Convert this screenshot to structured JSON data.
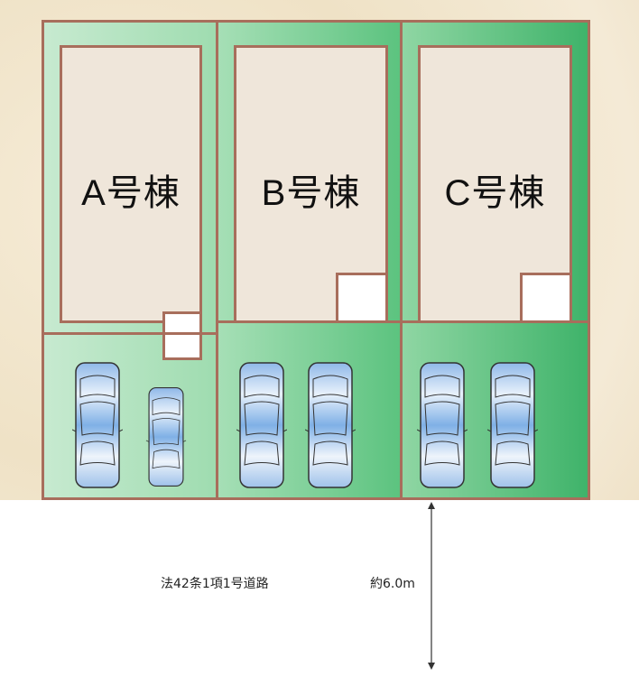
{
  "lots": [
    {
      "label": "A号棟"
    },
    {
      "label": "B号棟"
    },
    {
      "label": "C号棟"
    }
  ],
  "road": {
    "label": "法42条1項1号道路",
    "width": "約6.0m"
  },
  "colors": {
    "border": "#a86e5c",
    "green_light": "#bfe5c8",
    "green_dark": "#3fb36a",
    "building": "#efe6da"
  }
}
